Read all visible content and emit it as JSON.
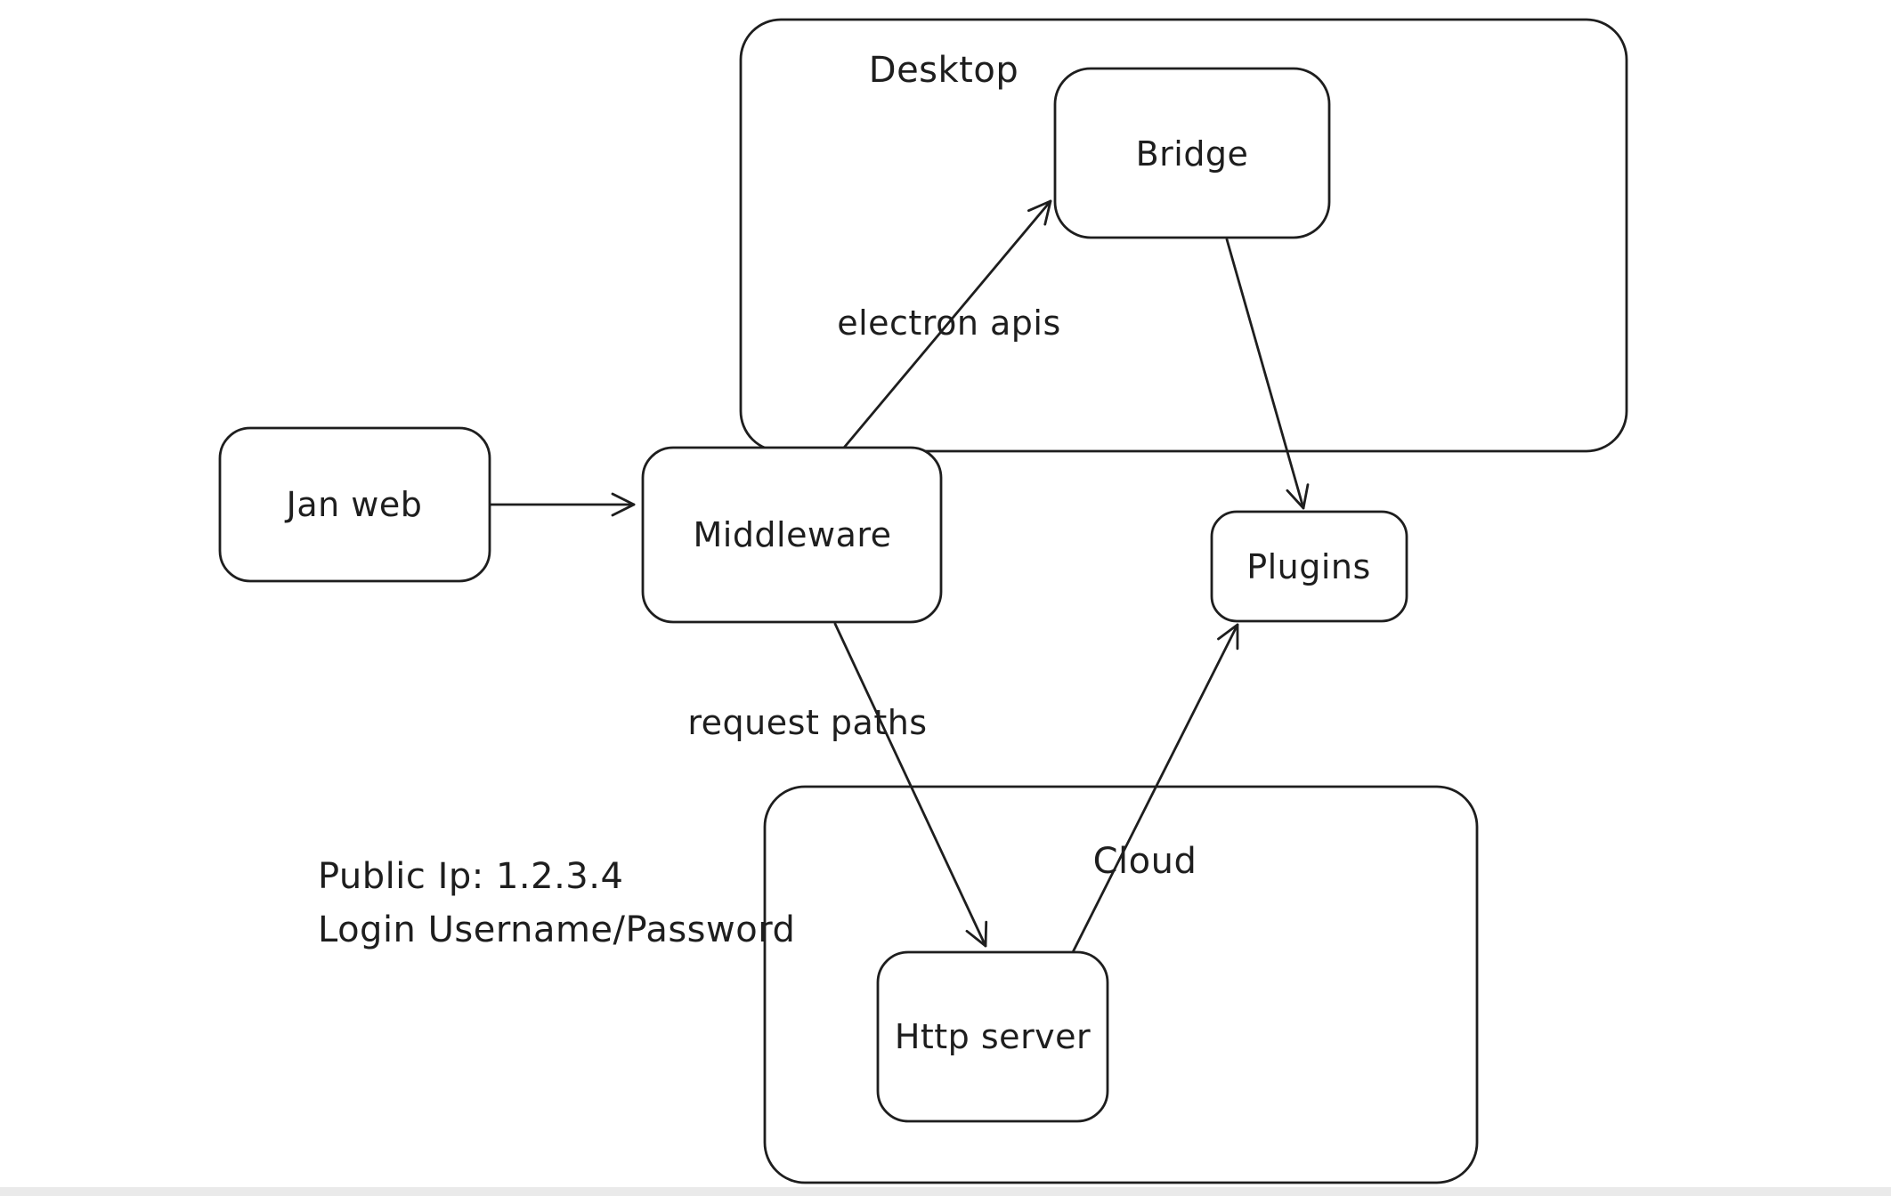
{
  "diagram": {
    "background": "#ffffff",
    "stroke_color": "#1e1e1e",
    "containers": [
      {
        "id": "desktop",
        "label": "Desktop"
      },
      {
        "id": "cloud",
        "label": "Cloud"
      }
    ],
    "nodes": [
      {
        "id": "jan-web",
        "label": "Jan web"
      },
      {
        "id": "middleware",
        "label": "Middleware"
      },
      {
        "id": "bridge",
        "label": "Bridge"
      },
      {
        "id": "plugins",
        "label": "Plugins"
      },
      {
        "id": "http-server",
        "label": "Http server"
      }
    ],
    "edges": [
      {
        "id": "jan-web-to-middleware",
        "from": "Jan web",
        "to": "Middleware",
        "label": ""
      },
      {
        "id": "middleware-to-bridge",
        "from": "Middleware",
        "to": "Bridge",
        "label": "electron apis"
      },
      {
        "id": "bridge-to-plugins",
        "from": "Bridge",
        "to": "Plugins",
        "label": ""
      },
      {
        "id": "middleware-to-http-server",
        "from": "Middleware",
        "to": "Http server",
        "label": "request paths"
      },
      {
        "id": "http-server-to-plugins",
        "from": "Http server",
        "to": "Plugins",
        "label": ""
      }
    ],
    "annotations": [
      {
        "id": "public-ip",
        "text": "Public Ip: 1.2.3.4"
      },
      {
        "id": "login",
        "text": "Login Username/Password"
      }
    ]
  }
}
